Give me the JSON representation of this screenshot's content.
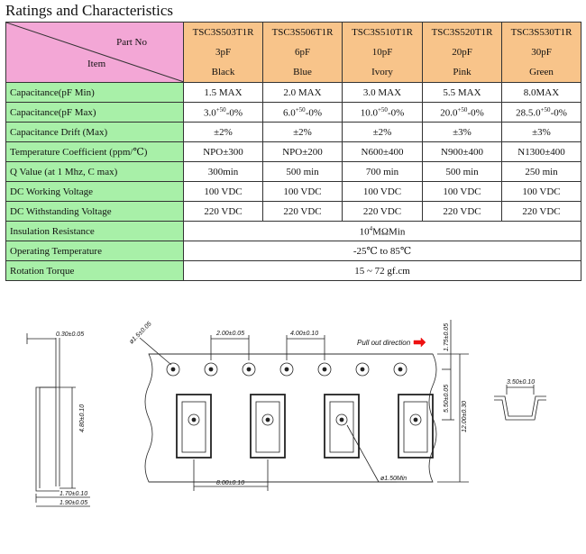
{
  "title": "Ratings and Characteristics",
  "header": {
    "part_no_label": "Part No",
    "item_label": "Item",
    "parts": [
      {
        "code": "TSC3S503T1R",
        "cap": "3pF",
        "color": "Black"
      },
      {
        "code": "TSC3S506T1R",
        "cap": "6pF",
        "color": "Blue"
      },
      {
        "code": "TSC3S510T1R",
        "cap": "10pF",
        "color": "Ivory"
      },
      {
        "code": "TSC3S520T1R",
        "cap": "20pF",
        "color": "Pink"
      },
      {
        "code": "TSC3S530T1R",
        "cap": "30pF",
        "color": "Green"
      }
    ]
  },
  "rows": [
    {
      "item": "Capacitance(pF Min)",
      "values": [
        "1.5 MAX",
        "2.0 MAX",
        "3.0 MAX",
        "5.5 MAX",
        "8.0MAX"
      ]
    },
    {
      "item": "Capacitance(pF Max)",
      "values": [
        {
          "base": "3.0",
          "sup": "+50",
          "tail": "-0%"
        },
        {
          "base": "6.0",
          "sup": "+50",
          "tail": "-0%"
        },
        {
          "base": "10.0",
          "sup": "+50",
          "tail": "-0%"
        },
        {
          "base": "20.0",
          "sup": "+50",
          "tail": "-0%"
        },
        {
          "base": "28.5.0",
          "sup": "+50",
          "tail": "-0%"
        }
      ]
    },
    {
      "item": "Capacitance Drift (Max)",
      "values": [
        "±2%",
        "±2%",
        "±2%",
        "±3%",
        "±3%"
      ]
    },
    {
      "item": "Temperature Coefficient (ppm/℃)",
      "values": [
        "NPO±300",
        "NPO±200",
        "N600±400",
        "N900±400",
        "N1300±400"
      ]
    },
    {
      "item": "Q Value (at 1 Mhz, C max)",
      "values": [
        "300min",
        "500 min",
        "700 min",
        "500 min",
        "250 min"
      ]
    },
    {
      "item": "DC Working Voltage",
      "values": [
        "100 VDC",
        "100 VDC",
        "100 VDC",
        "100 VDC",
        "100 VDC"
      ]
    },
    {
      "item": "DC Withstanding Voltage",
      "values": [
        "220 VDC",
        "220 VDC",
        "220 VDC",
        "220 VDC",
        "220 VDC"
      ]
    }
  ],
  "span_rows": [
    {
      "item": "Insulation Resistance",
      "value_pre": "10",
      "value_sup": "4",
      "value_post": "MΩMin"
    },
    {
      "item": "Operating Temperature",
      "value": "-25℃ to 85℃"
    },
    {
      "item": "Rotation Torque",
      "value": "15 ~ 72 gf.cm"
    }
  ],
  "drawing": {
    "dim_030": "0.30±0.05",
    "dim_480": "4.80±0.10",
    "dim_170": "1.70±0.10",
    "dim_190": "1.90±0.05",
    "dim_150": "ø1.5±0.05",
    "dim_200": "2.00±0.05",
    "dim_400": "4.00±0.10",
    "pull_out": "Pull out direction",
    "dim_175": "1.75±0.05",
    "dim_550": "5.50±0.05",
    "dim_1200": "12.00±0.30",
    "dim_800": "8.00±0.10",
    "dim_150min": "ø1.50Min",
    "dim_350": "3.50±0.10"
  }
}
